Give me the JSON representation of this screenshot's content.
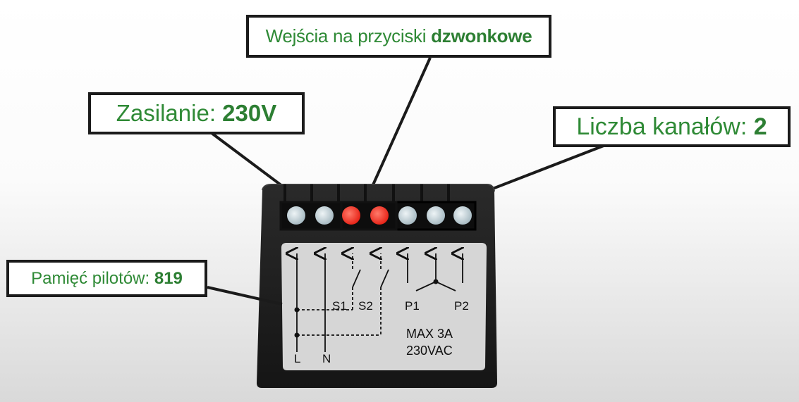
{
  "callouts": {
    "inputs": {
      "prefix": "Wejścia na przyciski ",
      "value": "dzwonkowe"
    },
    "power": {
      "prefix": "Zasilanie: ",
      "value": "230V"
    },
    "channels": {
      "prefix": "Liczba kanałów: ",
      "value": "2"
    },
    "memory": {
      "prefix": "Pamięć pilotów: ",
      "value": "819"
    }
  },
  "label": {
    "terminals": {
      "s1": "S1",
      "s2": "S2",
      "p1": "P1",
      "p2": "P2",
      "l": "L",
      "n": "N"
    },
    "rating_line1": "MAX 3A",
    "rating_line2": "230VAC"
  },
  "colors": {
    "accent_green": "#2f8a36",
    "terminal_red": "#ff3a2a",
    "terminal_grey": "#c9d6dc",
    "housing": "#1e1e1e"
  }
}
